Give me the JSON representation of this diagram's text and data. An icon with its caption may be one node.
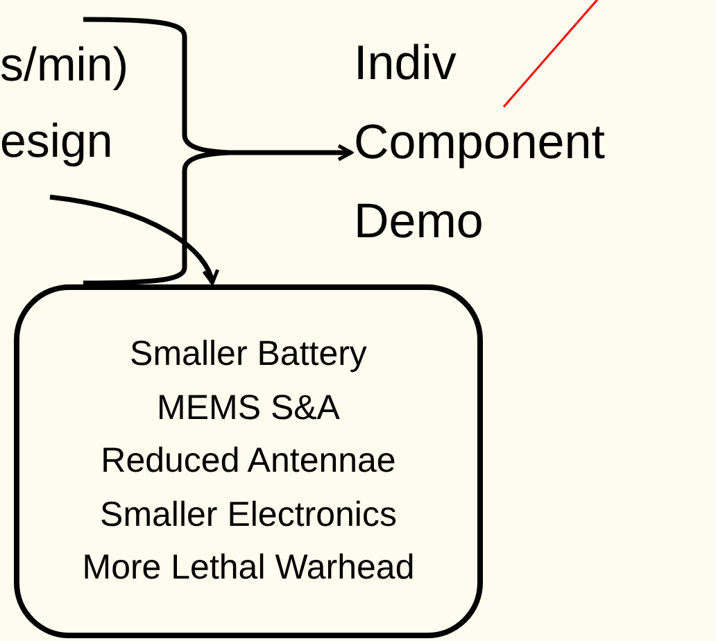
{
  "diagram": {
    "nodes": [
      {
        "text": [
          "Indiv Component Demo"
        ]
      },
      {
        "text": [
          "Smaller Battery",
          "MEMS S&A",
          "Reduced Antennae",
          "Smaller Electronics",
          "More Lethal Warhead"
        ]
      },
      {
        "text": [],
        "shape": "brace"
      }
    ],
    "edges": [
      {
        "from": 2,
        "to": 0,
        "arrow": "to"
      },
      {
        "from": null,
        "to": 1,
        "arrow": "to"
      },
      {
        "from": 0,
        "to": null,
        "arrow": "none",
        "color": "#ff0000"
      }
    ],
    "labels": [
      "s/min)",
      "esign"
    ]
  }
}
